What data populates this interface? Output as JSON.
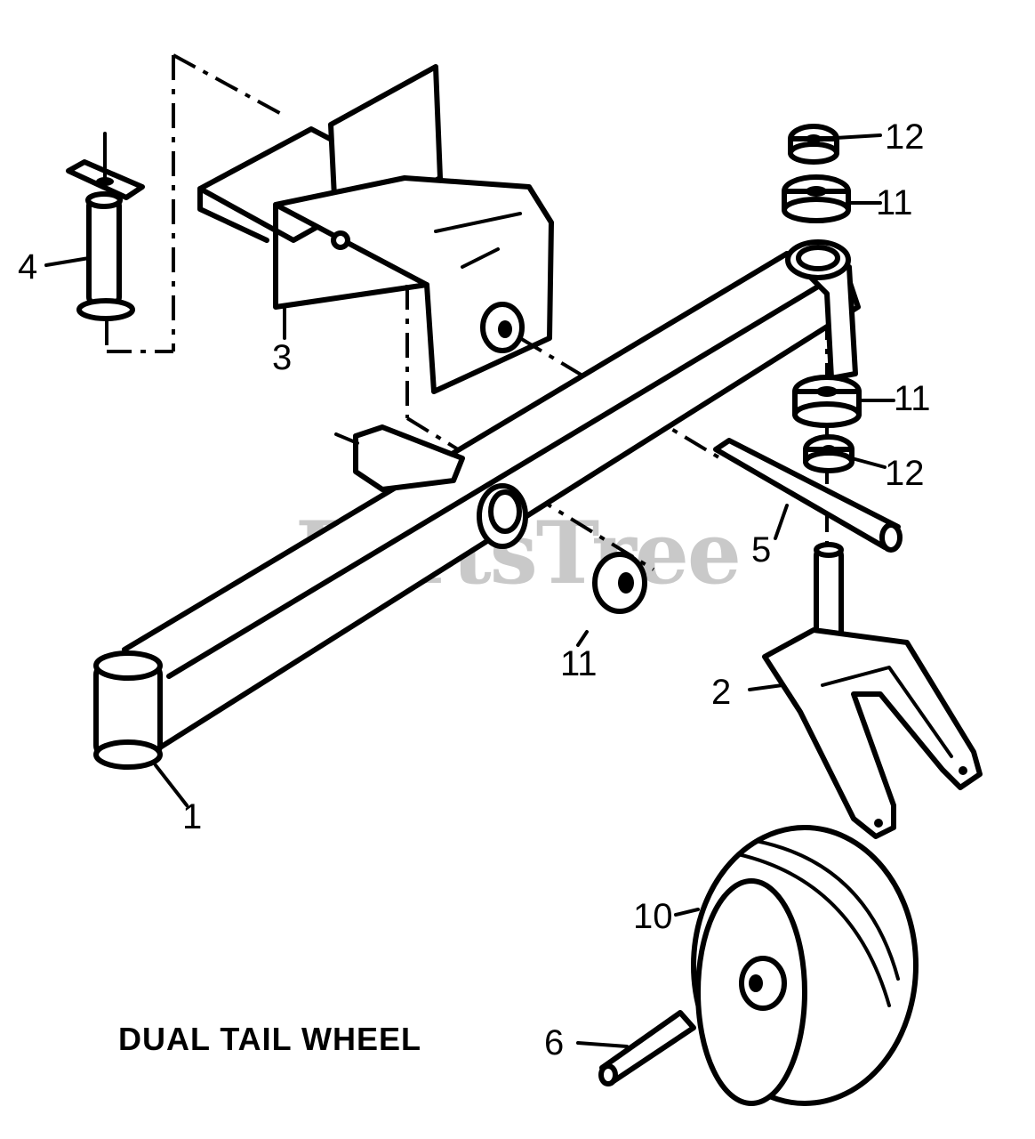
{
  "diagram": {
    "title": "DUAL TAIL WHEEL",
    "watermark": "PartsTree",
    "callouts": {
      "c1": "1",
      "c2": "2",
      "c3": "3",
      "c4": "4",
      "c5": "5",
      "c6": "6",
      "c10": "10",
      "c11a": "11",
      "c11b": "11",
      "c11c": "11",
      "c12a": "12",
      "c12b": "12"
    }
  }
}
